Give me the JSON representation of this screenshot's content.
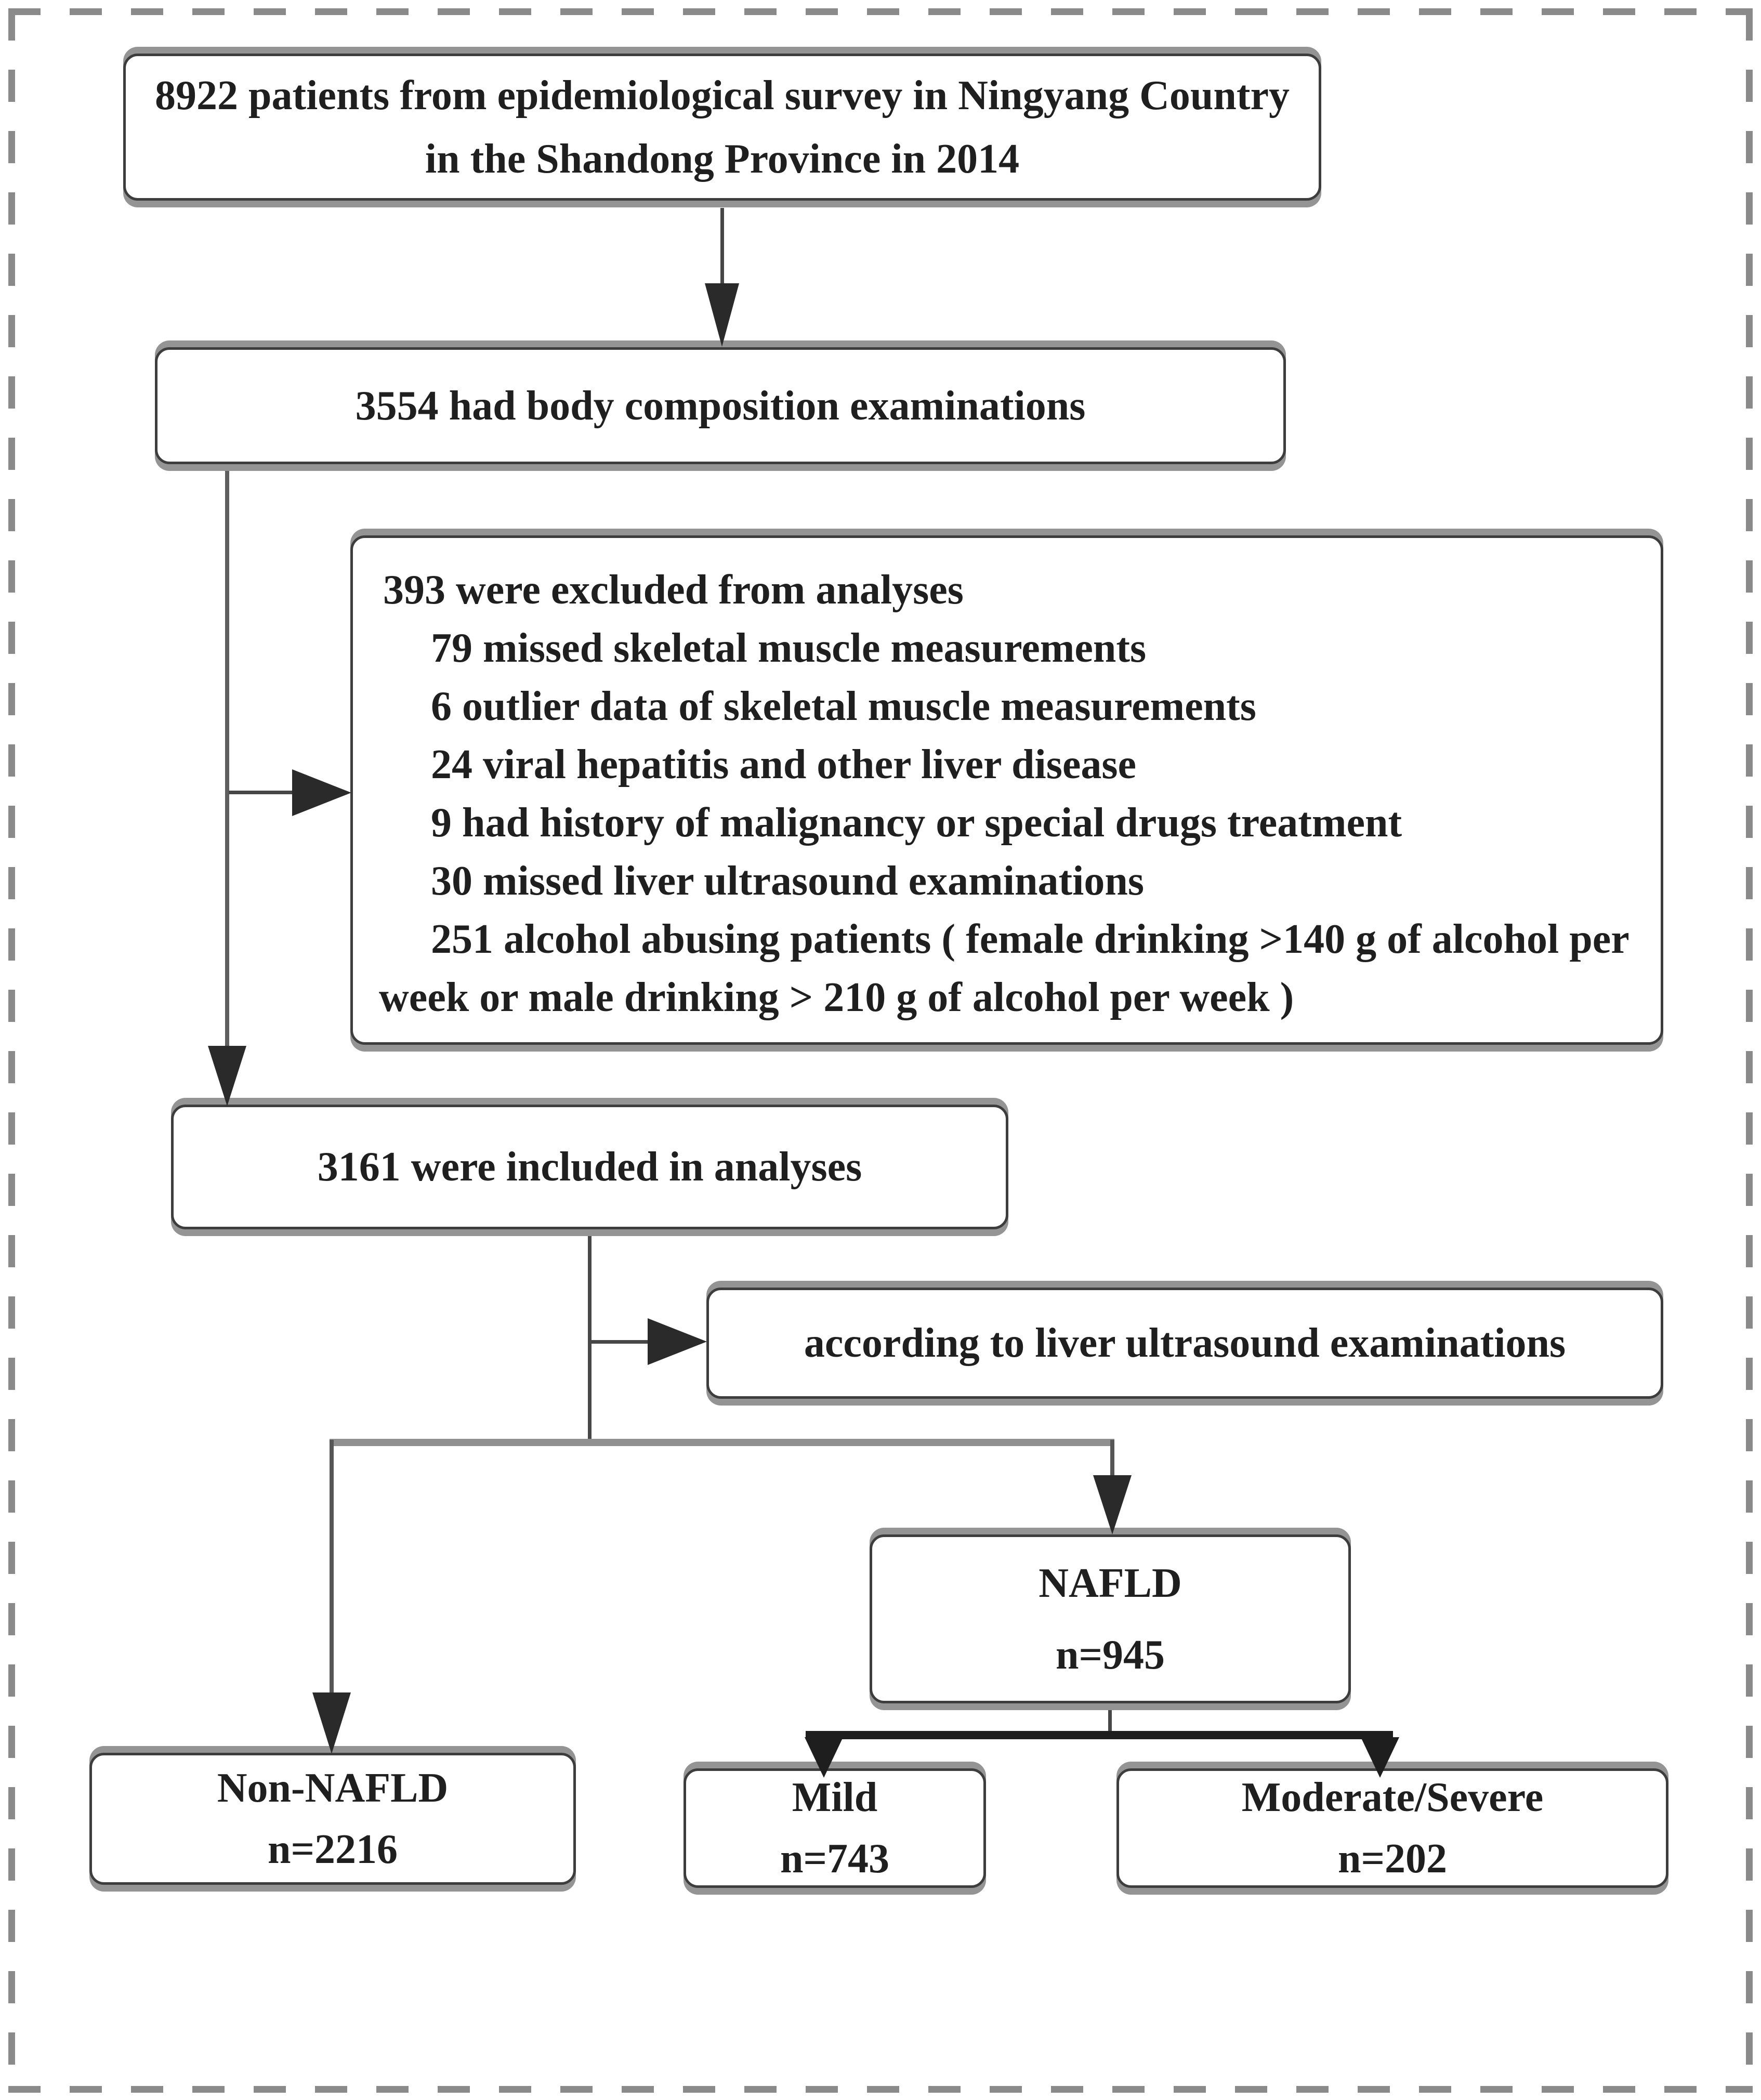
{
  "palette": {
    "background": "#ffffff",
    "text": "#1f1f1f",
    "box_border": "#3d3d3d",
    "box_shadow_bar": "#949494",
    "dashed_frame": "#8a8a8a",
    "connector": "#474747",
    "connector_light": "#909090",
    "connector_dark": "#1e1e1e"
  },
  "diagram": {
    "survey": {
      "label": "8922 patients from epidemiological survey in Ningyang Country in the Shandong Province in 2014"
    },
    "body_composition": {
      "label": "3554 had body composition examinations"
    },
    "excluded": {
      "title": "393 were excluded from analyses",
      "items": [
        "79 missed skeletal muscle measurements",
        "6 outlier data of skeletal muscle measurements",
        "24 viral hepatitis and other liver disease",
        "9 had history of malignancy or special drugs treatment",
        "30 missed liver ultrasound examinations",
        "251 alcohol abusing patients ( female drinking >140 g of alcohol per week or male drinking > 210 g of alcohol per week )"
      ]
    },
    "included": {
      "label": "3161 were included in analyses"
    },
    "ultrasound": {
      "label": "according to liver ultrasound examinations"
    },
    "non_nafld": {
      "label": "Non-NAFLD",
      "count": "n=2216"
    },
    "nafld": {
      "label": "NAFLD",
      "count": "n=945"
    },
    "mild": {
      "label": "Mild",
      "count": "n=743"
    },
    "moderate_severe": {
      "label": "Moderate/Severe",
      "count": "n=202"
    }
  }
}
